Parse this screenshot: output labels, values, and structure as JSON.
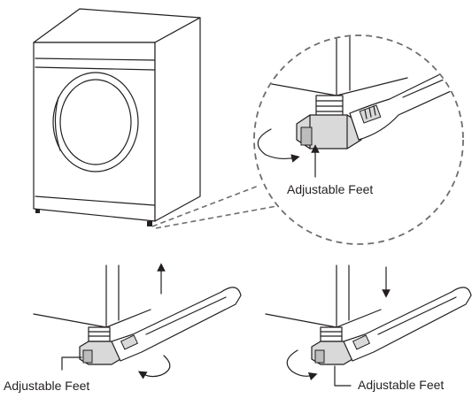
{
  "labels": {
    "top_feet": "Adjustable Feet",
    "bottom_left_feet": "Adjustable Feet",
    "bottom_right_feet": "Adjustable Feet"
  },
  "colors": {
    "line": "#231f20",
    "foot_fill": "#d9d9d9",
    "shadow_fill": "#bdbdbd",
    "background": "#ffffff"
  },
  "icons": [
    "dryer",
    "wrench",
    "rotate-arrow",
    "up-arrow",
    "down-arrow",
    "adjustable-foot"
  ]
}
